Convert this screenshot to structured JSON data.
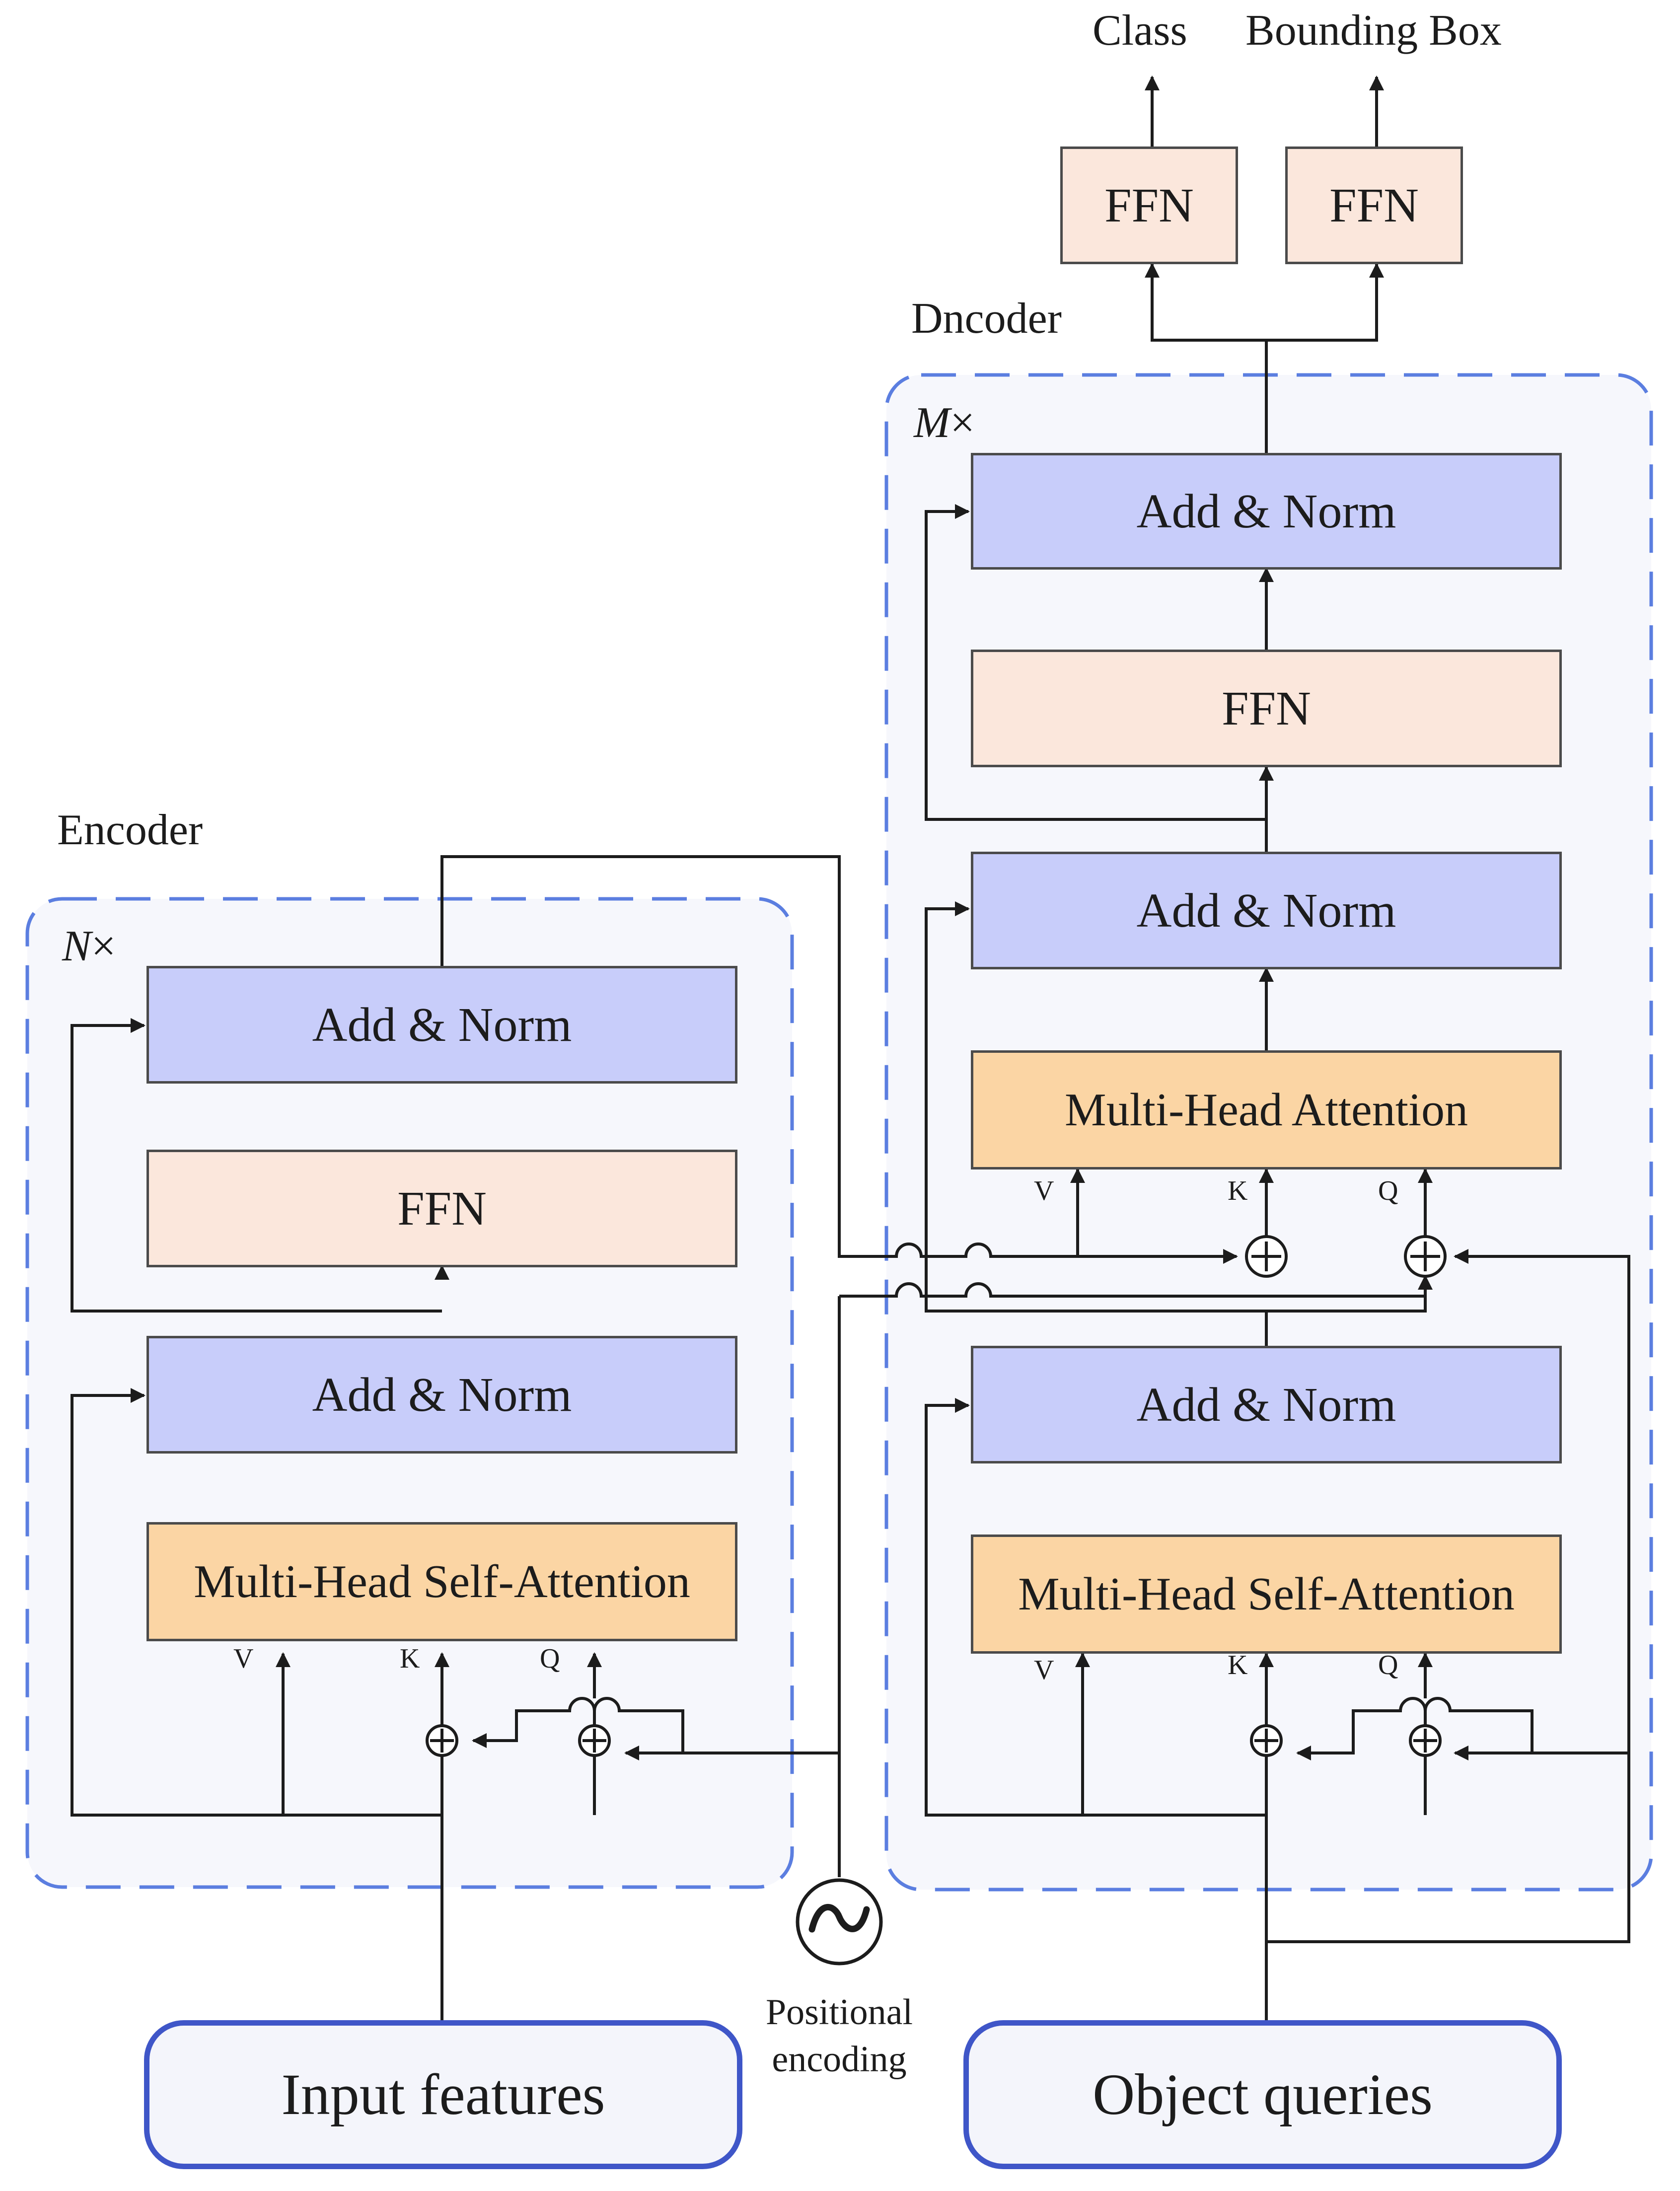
{
  "outputs": {
    "class_label": "Class",
    "bbox_label": "Bounding Box",
    "ffn_label": "FFN"
  },
  "decoder": {
    "title": "Dncoder",
    "repeat": "M",
    "repeat_suffix": "×",
    "add_norm_label": "Add & Norm",
    "ffn_label": "FFN",
    "cross_attention_label": "Multi-Head Attention",
    "self_attention_label": "Multi-Head Self-Attention"
  },
  "encoder": {
    "title": "Encoder",
    "repeat": "N",
    "repeat_suffix": "×",
    "add_norm_label": "Add & Norm",
    "ffn_label": "FFN",
    "self_attention_label": "Multi-Head Self-Attention"
  },
  "attention_inputs": {
    "v": "V",
    "k": "K",
    "q": "Q"
  },
  "positional_encoding": {
    "line1": "Positional",
    "line2": "encoding"
  },
  "inputs": {
    "input_features": "Input features",
    "object_queries": "Object queries"
  },
  "colors": {
    "add_norm_fill": "#c8cdfa",
    "ffn_fill": "#fbe7dc",
    "attention_fill": "#fbd5a4",
    "dashed_border": "#5b7ee0",
    "input_border": "#3f56c8"
  }
}
